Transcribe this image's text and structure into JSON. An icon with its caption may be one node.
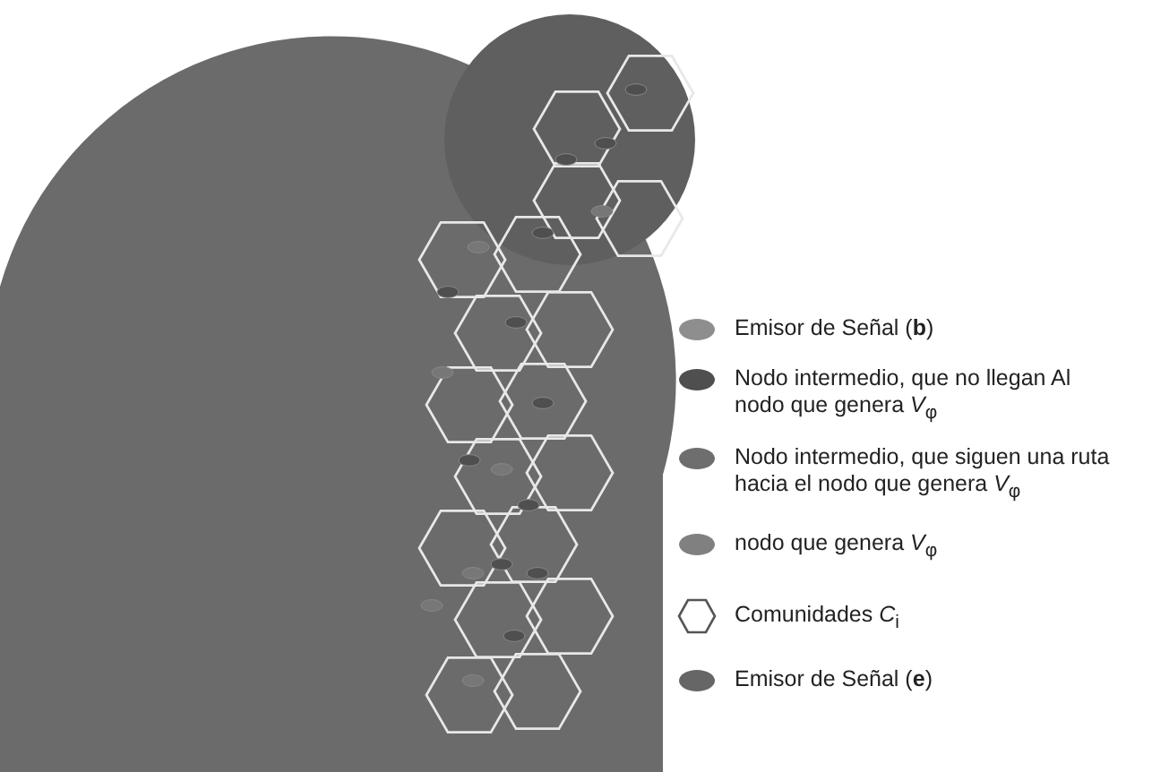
{
  "diagram": {
    "legend": [
      {
        "text": "Emisor de Señal (**b**)",
        "color": "#8e8e8e"
      },
      {
        "text": "Nodo intermedio, que no llegan Al nodo que genera *V*$_{φ}$",
        "color": "#4f4f4f"
      },
      {
        "text": "Nodo intermedio, que siguen una ruta hacia el nodo que genera *V*$_{φ}$",
        "color": "#6e6e6e"
      },
      {
        "text": "nodo que genera *V*$_{φ}$",
        "color": "#808080"
      },
      {
        "text": "Comunidades *C*$_{i}$"
      },
      {
        "text": "Emisor de Señal (**e**)",
        "color": "#666666"
      }
    ]
  }
}
